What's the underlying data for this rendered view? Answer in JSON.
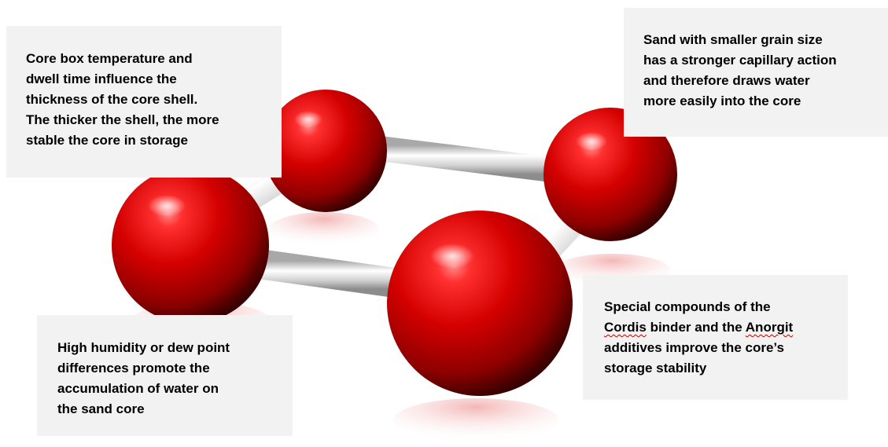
{
  "colors": {
    "sphere": "#cc0000",
    "sphere_highlight": "#ff6a6a",
    "sphere_shadow": "#3a0000",
    "rod": "#d9d9d9",
    "callout_background": "#f2f2f2",
    "text": "#000000"
  },
  "callouts": {
    "core_shell": "Core box temperature and\ndwell time influence  the\nthickness of the core shell.\nThe thicker the shell, the more\nstable the core in storage",
    "grain_size": "Sand with smaller grain size\nhas a stronger capillary  action\nand therefore draws water\nmore easily  into the core",
    "humidity": "High humidity  or dew point\ndifferences  promote the\naccumulation  of water on\nthe sand core",
    "binder": {
      "line1": "Special compounds of the",
      "spell1": "Cordis",
      "mid1": " binder and the ",
      "spell2": "Anorgit",
      "rest": "additives improve the core’s\nstorage stability"
    }
  }
}
